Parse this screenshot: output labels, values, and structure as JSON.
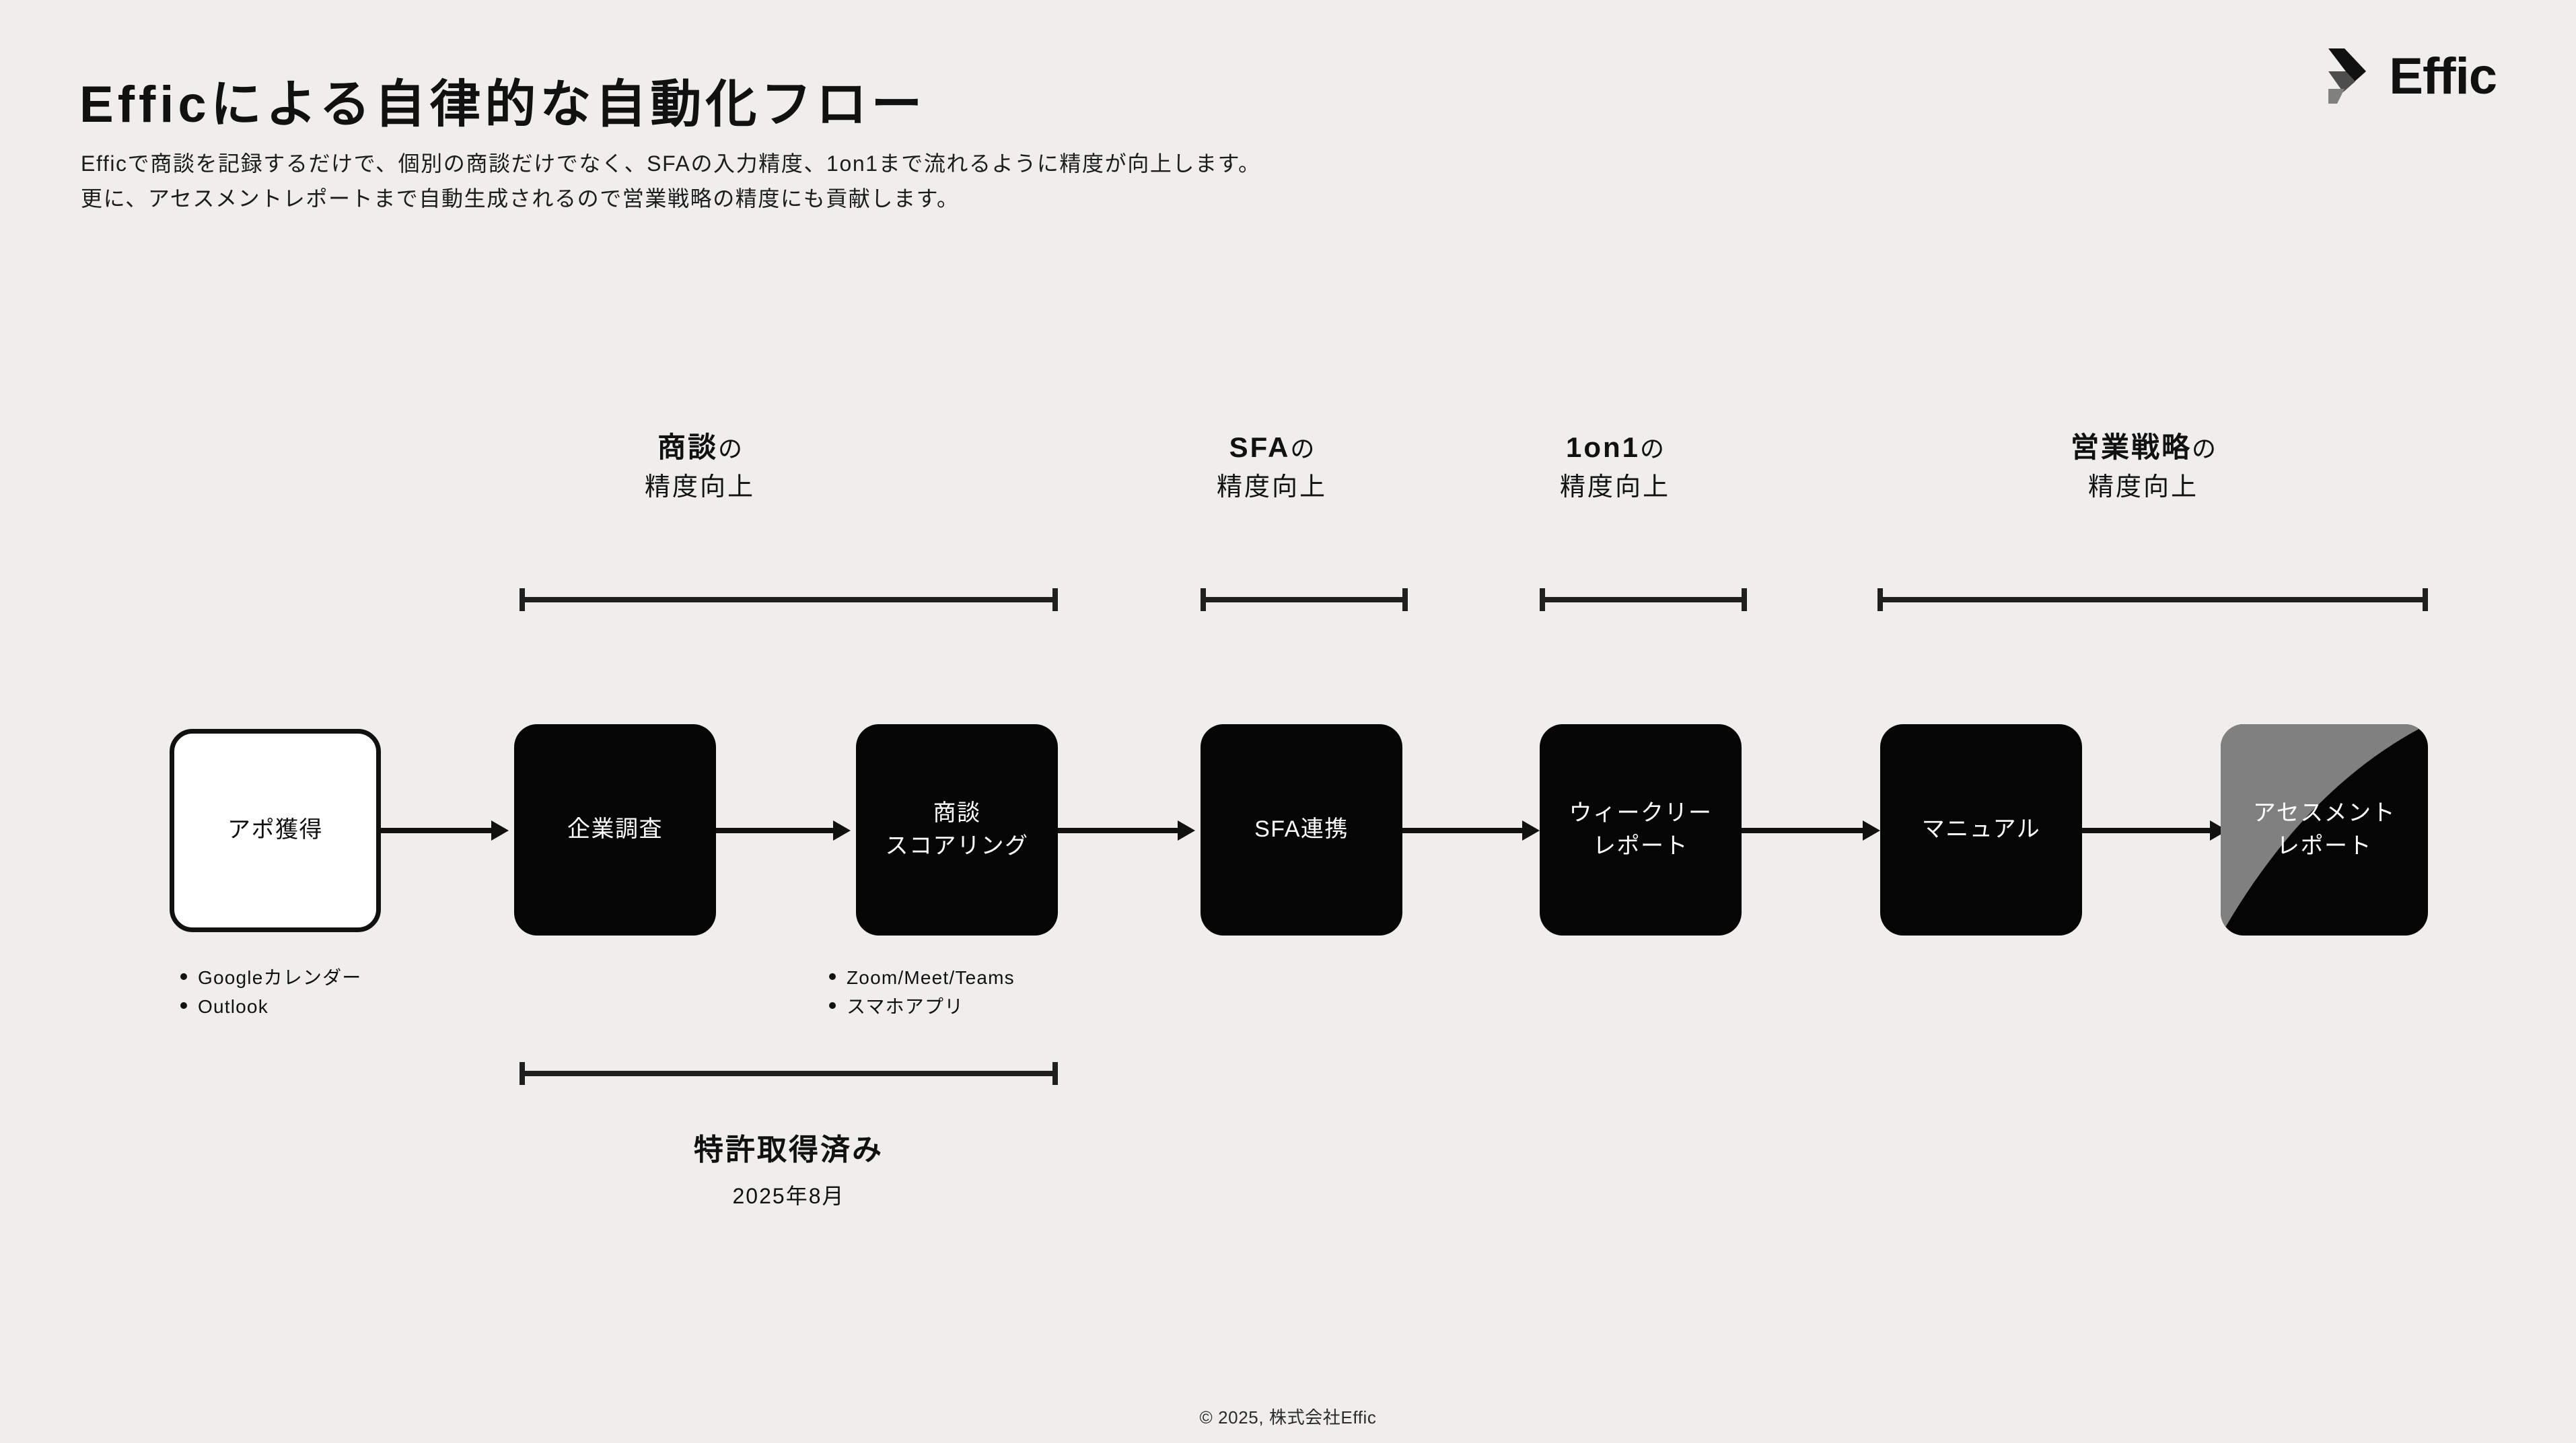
{
  "meta": {
    "background_color": "#efeeec",
    "ink_color": "#111111",
    "accent_gray": "#808080"
  },
  "header": {
    "title": "Efficによる自律的な自動化フロー",
    "subtitle_line_1": "Efficで商談を記録するだけで、個別の商談だけでなく、SFAの入力精度、1on1まで流れるように精度が向上します。",
    "subtitle_line_2": "更に、アセスメントレポートまで自動生成されるので営業戦略の精度にも貢献します。"
  },
  "brand": {
    "mark_icon": "effic-chevron-mark-icon",
    "wordmark": "Effic",
    "mark_colors": [
      "#111111",
      "#4d4d4d",
      "#808080"
    ]
  },
  "phases": [
    {
      "key": "商談",
      "particle": "の",
      "sub": "精度向上",
      "bracket_label": "商談の精度向上"
    },
    {
      "key": "SFA",
      "particle": "の",
      "sub": "精度向上",
      "bracket_label": "SFAの精度向上"
    },
    {
      "key": "1on1",
      "particle": "の",
      "sub": "精度向上",
      "bracket_label": "1on1の精度向上"
    },
    {
      "key": "営業戦略",
      "particle": "の",
      "sub": "精度向上",
      "bracket_label": "営業戦略の精度向上"
    }
  ],
  "flow": {
    "steps": [
      {
        "label": "アポ獲得",
        "variant": "outline"
      },
      {
        "label": "企業調査",
        "variant": "solid"
      },
      {
        "label": "商談\nスコアリング",
        "variant": "solid"
      },
      {
        "label": "SFA連携",
        "variant": "solid"
      },
      {
        "label": "ウィークリー\nレポート",
        "variant": "solid"
      },
      {
        "label": "マニュアル",
        "variant": "solid"
      },
      {
        "label": "アセスメント\nレポート",
        "variant": "gradient"
      }
    ],
    "arrow_icon": "arrow-right-icon"
  },
  "sources": [
    {
      "items": [
        "Googleカレンダー",
        "Outlook"
      ]
    },
    {
      "items": [
        "Zoom/Meet/Teams",
        "スマホアプリ"
      ]
    }
  ],
  "patent": {
    "title": "特許取得済み",
    "date": "2025年8月"
  },
  "footer": {
    "copyright": "© 2025, 株式会社Effic"
  }
}
